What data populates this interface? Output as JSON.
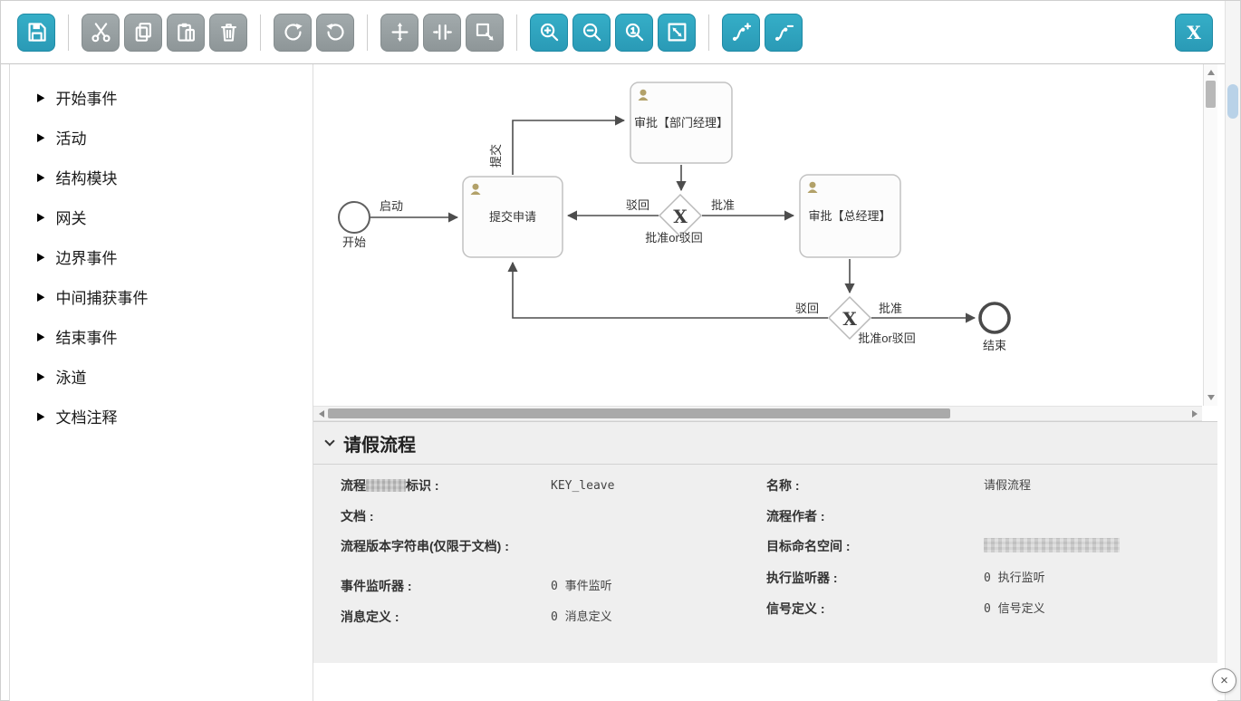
{
  "colors": {
    "accent": "#2ea3bf",
    "disabled": "#99a1a4"
  },
  "toolbar": {
    "close_button_label": "X"
  },
  "palette": {
    "items": [
      "开始事件",
      "活动",
      "结构模块",
      "网关",
      "边界事件",
      "中间捕获事件",
      "结束事件",
      "泳道",
      "文档注释"
    ]
  },
  "diagram": {
    "start": {
      "label": "开始"
    },
    "end": {
      "label": "结束"
    },
    "tasks": {
      "submit": "提交申请",
      "dept_manager": "审批【部门经理】",
      "general_manager": "审批【总经理】"
    },
    "gateways": {
      "glyph": "X",
      "gateway1_label": "批准or驳回",
      "gateway2_label": "批准or驳回"
    },
    "edges": {
      "start_to_submit": "启动",
      "submit_to_dept": "提交",
      "gw1_reject": "驳回",
      "gw1_approve": "批准",
      "gw2_reject": "驳回",
      "gw2_approve": "批准"
    }
  },
  "properties": {
    "title": "请假流程",
    "left": [
      {
        "label_prefix": "流程",
        "redact_width": 44,
        "label_suffix": "标识 :",
        "value": "KEY_leave"
      },
      {
        "label": "文档 :",
        "value": ""
      },
      {
        "label": "流程版本字符串(仅限于文档) :",
        "value": "",
        "extra": 11
      },
      {
        "label": "事件监听器 :",
        "value": "0 事件监听"
      },
      {
        "label": "消息定义 :",
        "value": "0 消息定义"
      }
    ],
    "right": [
      {
        "label": "名称 :",
        "value": "请假流程"
      },
      {
        "label": "流程作者 :",
        "value": ""
      },
      {
        "label": "目标命名空间 :",
        "value_redacted": true,
        "redact_width": 150
      },
      {
        "label": "执行监听器 :",
        "value": "0 执行监听"
      },
      {
        "label": "信号定义 :",
        "value": "0 信号定义"
      }
    ]
  }
}
